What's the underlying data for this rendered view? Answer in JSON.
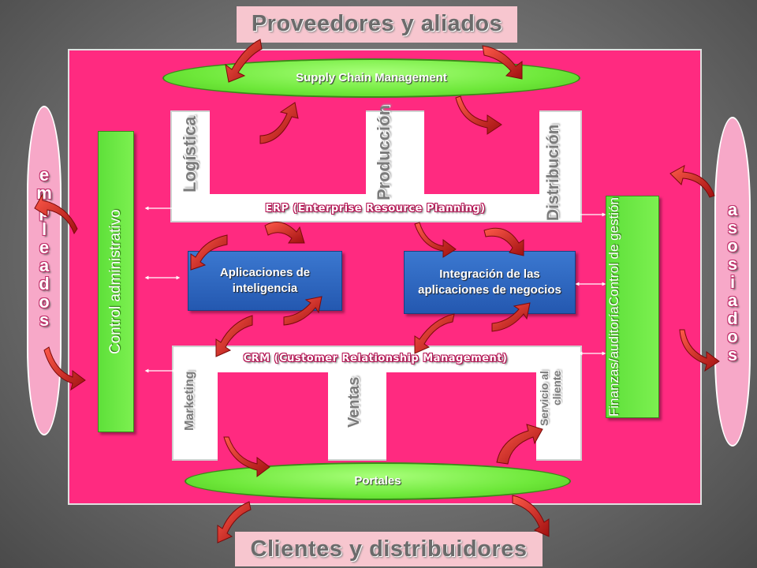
{
  "top_title": "Proveedores y aliados",
  "bottom_title": "Clientes y distribuidores",
  "supply_chain": "Supply Chain Management",
  "portales": "Portales",
  "erp": {
    "label": "ERP (Enterprise Resource Planning)",
    "columns": [
      "Logística",
      "Producción",
      "Distribución"
    ]
  },
  "crm": {
    "label": "CRM (Customer Relationship Management)",
    "columns": [
      "Marketing",
      "Ventas",
      "Servicio al cliente"
    ]
  },
  "apps_intel": "Aplicaciones de inteligencia",
  "integracion": "Integración de las aplicaciones de negocios",
  "control_admin": "Control administrativo",
  "finanzas": "Finanzas/auditoría",
  "control_gestion": "Control de gestión",
  "empleados_letters": [
    "e",
    "m",
    "p",
    "l",
    "e",
    "a",
    "d",
    "o",
    "s"
  ],
  "asociados_letters": [
    "a",
    "s",
    "o",
    "s",
    "i",
    "a",
    "d",
    "o",
    "s"
  ],
  "colors": {
    "panel": "#ff2a80",
    "arrow": "#d02020",
    "green": "#6ee83a",
    "blue": "#2f6cc4"
  }
}
